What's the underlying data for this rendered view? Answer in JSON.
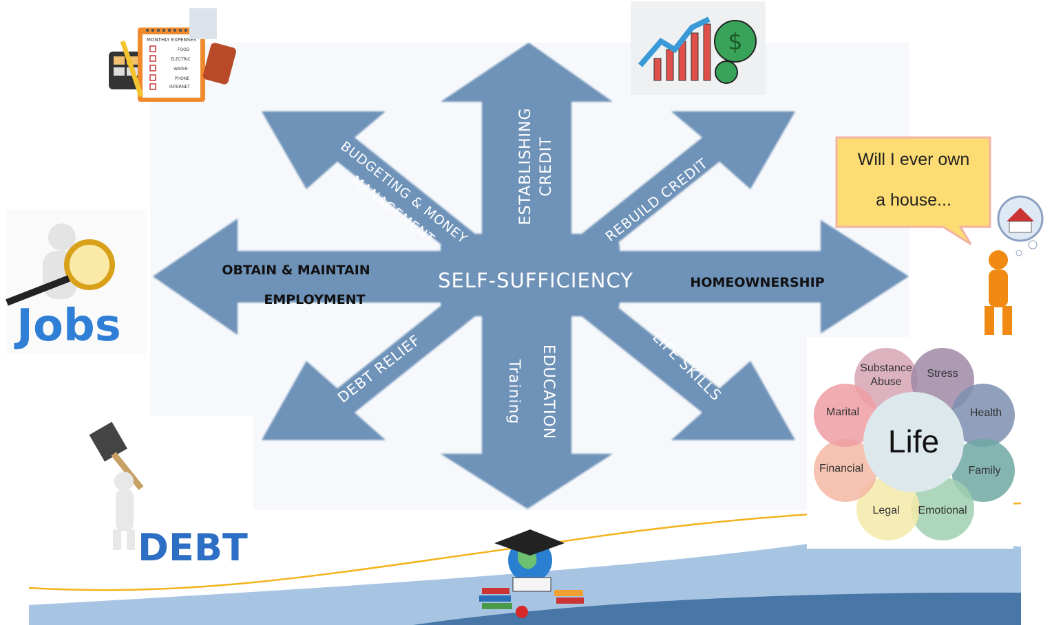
{
  "diagram": {
    "center": "SELF-SUFFICIENCY",
    "labels": {
      "budgeting_1": "BUDGETING & MONEY",
      "budgeting_2": "MANAGEMENT",
      "credit_1": "ESTABLISHING",
      "credit_2": "CREDIT",
      "rebuild": "REBUILD CREDIT",
      "employment_1": "OBTAIN & MAINTAIN",
      "employment_2": "EMPLOYMENT",
      "homeownership": "HOMEOWNERSHIP",
      "debt_relief": "DEBT RELIEF",
      "education": "EDUCATION",
      "training": "Training",
      "life_skills": "LIFE SKILLS"
    }
  },
  "thought_bubble": {
    "line1": "Will I ever own",
    "line2": "a house..."
  },
  "life_flower": {
    "center": "Life",
    "petals": [
      {
        "label": "Substance",
        "label2": "Abuse",
        "color": "#d7a4b4"
      },
      {
        "label": "Stress",
        "color": "#9e8aa6"
      },
      {
        "label": "Health",
        "color": "#7d8fb0"
      },
      {
        "label": "Family",
        "color": "#6fa8a3"
      },
      {
        "label": "Emotional",
        "color": "#9fcfb0"
      },
      {
        "label": "Legal",
        "color": "#f4eaa9"
      },
      {
        "label": "Financial",
        "color": "#f4b7a3"
      },
      {
        "label": "Marital",
        "color": "#ee9ea3"
      }
    ]
  },
  "clipart": {
    "jobs_word": "Jobs",
    "debt_word": "DEBT",
    "expenses_title": "MONTHLY EXPENSES",
    "expense_items": [
      "FOOD",
      "ELECTRIC",
      "WATER",
      "PHONE",
      "INTERNET"
    ]
  },
  "colors": {
    "arrow": "#6e92b8",
    "wave_light": "#a7c5e3",
    "wave_dark": "#4876a6",
    "gold_line": "#f2b21a",
    "bubble_fill": "#fcdc73"
  }
}
